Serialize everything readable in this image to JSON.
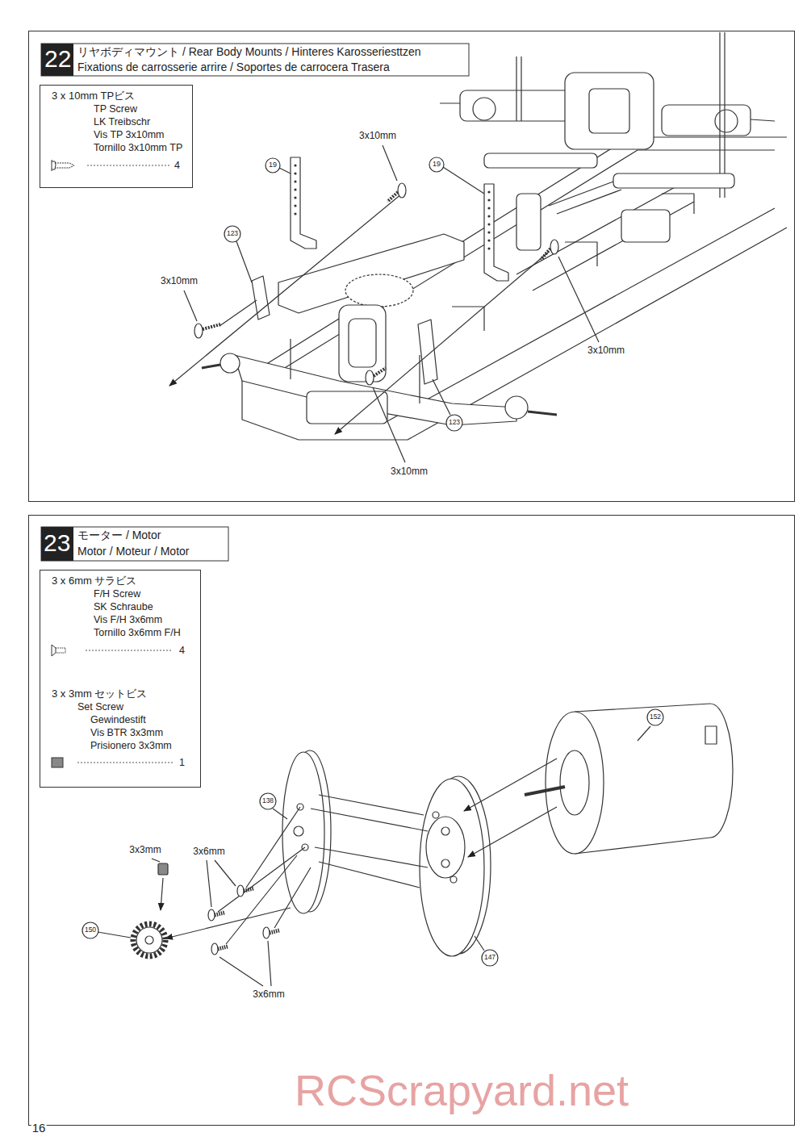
{
  "diagram": {
    "nodes": [
      {
        "text": [
          "22",
          "リヤボディマウント / Rear Body Mounts / Hinteres Karosseriesttzen",
          "Fixations de carrosserie arrire / Soportes de carrocera Trasera"
        ]
      },
      {
        "text": [
          "3 x 10mm TPビス",
          "TP Screw",
          "LK Treibschr",
          "Vis TP 3x10mm",
          "Tornillo 3x10mm TP",
          "4"
        ],
        "in": 0
      },
      {
        "text": [
          "23",
          "モーター / Motor",
          "Motor / Moteur / Motor"
        ]
      },
      {
        "text": [
          "3 x 6mm サラビス",
          "F/H Screw",
          "SK Schraube",
          "Vis F/H 3x6mm",
          "Tornillo 3x6mm F/H",
          "4",
          "3 x 3mm セットビス",
          "Set Screw",
          "Gewindestift",
          "Vis BTR 3x3mm",
          "Prisionero 3x3mm",
          "1"
        ],
        "in": 2
      }
    ],
    "labels": [
      "3x10mm",
      "3x10mm",
      "3x10mm",
      "3x10mm",
      "19",
      "19",
      "123",
      "123",
      "152",
      "138",
      "147",
      "150",
      "3x3mm",
      "3x6mm",
      "3x6mm",
      "16",
      "RCScrapyard.net"
    ]
  }
}
